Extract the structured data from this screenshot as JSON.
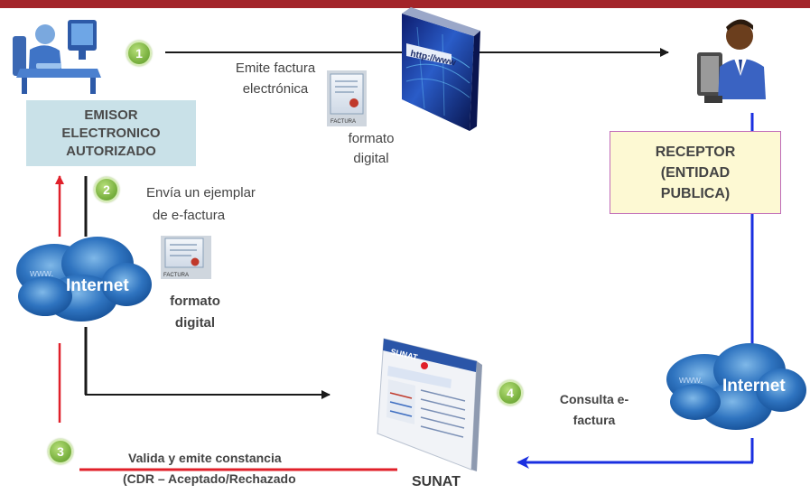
{
  "emisor": {
    "line1": "EMISOR",
    "line2": "ELECTRONICO",
    "line3": "AUTORIZADO"
  },
  "receptor": {
    "line1": "RECEPTOR",
    "line2": "(ENTIDAD",
    "line3": "PUBLICA)"
  },
  "steps": [
    "1",
    "2",
    "3",
    "4"
  ],
  "labels": {
    "emite_1": "Emite factura",
    "emite_2": "electrónica",
    "formato_1a": "formato",
    "formato_1b": "digital",
    "envia_1": "Envía  un ejemplar",
    "envia_2": "de  e-factura",
    "formato_2a": "formato",
    "formato_2b": "digital",
    "consulta_1": "Consulta e-",
    "consulta_2": "factura",
    "valida_1": "Valida y emite constancia",
    "valida_2": "(CDR – Aceptado/Rechazado",
    "sunat": "SUNAT"
  },
  "internet_left": {
    "www": "www.",
    "text": "Internet"
  },
  "internet_right": {
    "www": "www.",
    "text": "Internet"
  },
  "doc_label": "FACTURA",
  "url_text": "http://www",
  "sunat_logo": "SUNAT",
  "colors": {
    "topbar": "#a3242a",
    "arrow_black": "#1a1a1a",
    "arrow_red": "#e0202a",
    "arrow_blue": "#1a2fe0",
    "step_green": "#7cb342"
  }
}
